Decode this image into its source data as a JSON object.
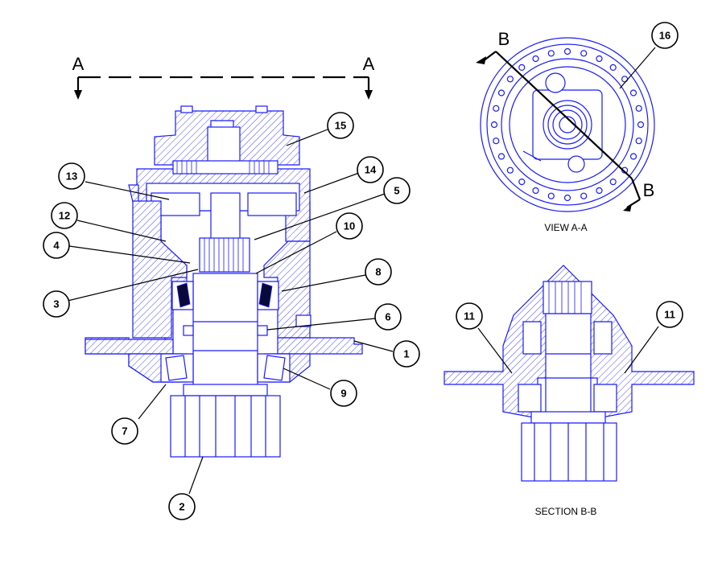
{
  "views": {
    "section_a_letter": "A",
    "section_b_letter": "B",
    "view_a_caption": "VIEW A-A",
    "section_b_caption": "SECTION B-B"
  },
  "callouts": {
    "c1": "1",
    "c2": "2",
    "c3": "3",
    "c4": "4",
    "c5": "5",
    "c6": "6",
    "c7": "7",
    "c8": "8",
    "c9": "9",
    "c10": "10",
    "c11a": "11",
    "c11b": "11",
    "c12": "12",
    "c13": "13",
    "c14": "14",
    "c15": "15",
    "c16": "16"
  },
  "colors": {
    "linework": "#1a1aff",
    "annotation": "#000000",
    "background": "#ffffff"
  }
}
